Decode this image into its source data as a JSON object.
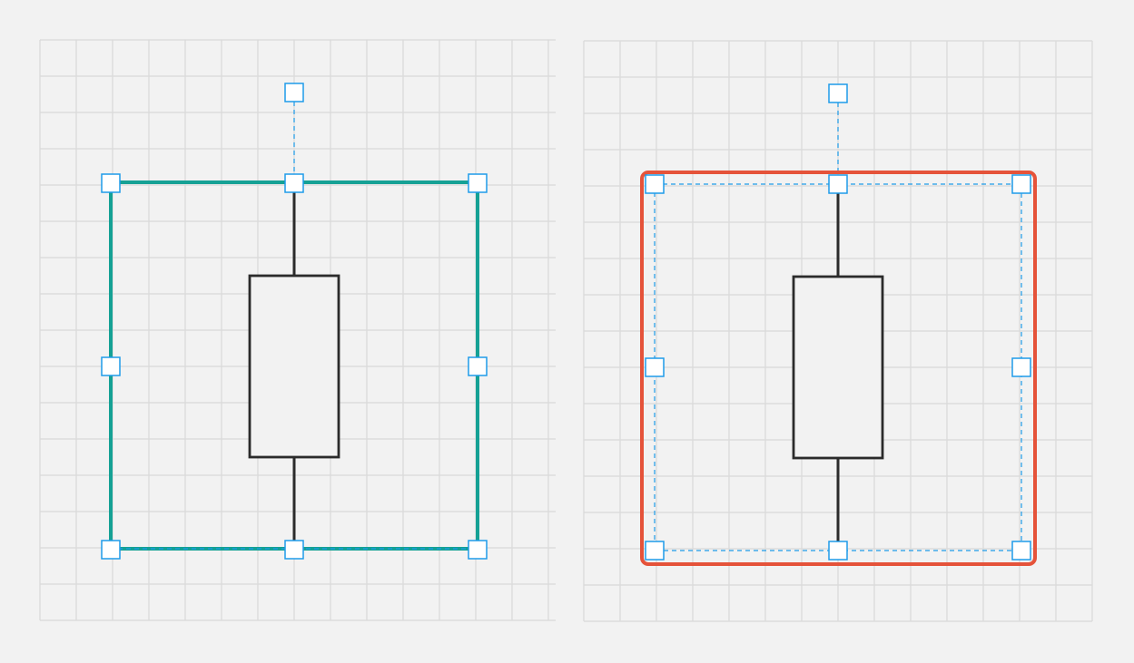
{
  "panels": [
    {
      "id": "left",
      "variant": "standard-selection",
      "frame_color": "#15a195",
      "handle_color": "#1e9be9",
      "component": "resistor",
      "selection_state": "selected"
    },
    {
      "id": "right",
      "variant": "highlighted-selection",
      "frame_color": "#e5533a",
      "handle_color": "#1e9be9",
      "component": "resistor",
      "selection_state": "selected"
    }
  ],
  "colors": {
    "background": "#f2f2f2",
    "grid": "#d9d9d9",
    "component": "#2b2b2b"
  }
}
